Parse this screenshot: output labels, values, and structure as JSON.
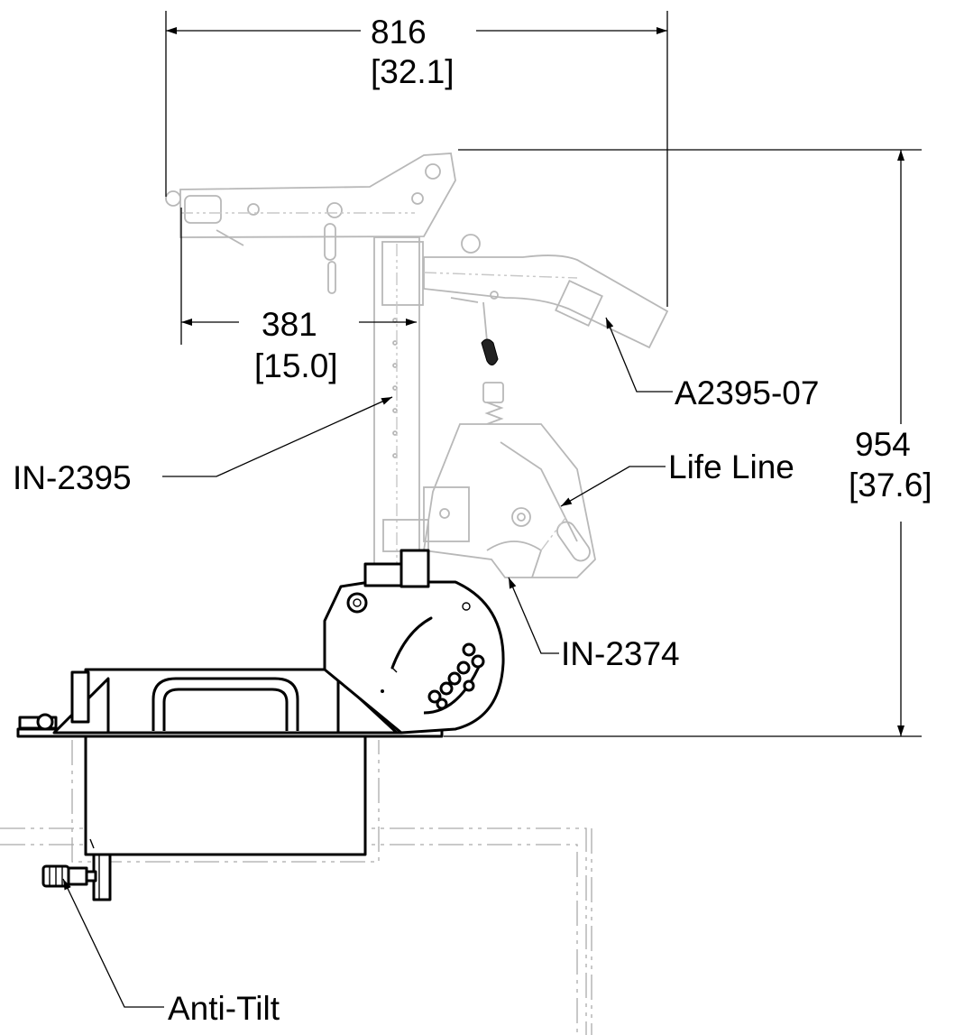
{
  "dimensions": {
    "overall_width": {
      "mm": "816",
      "in": "[32.1]"
    },
    "inner_width": {
      "mm": "381",
      "in": "[15.0]"
    },
    "overall_height": {
      "mm": "954",
      "in": "[37.6]"
    }
  },
  "callouts": {
    "arm": "A2395-07",
    "mast": "IN-2395",
    "life_line": "Life Line",
    "harness": "IN-2374",
    "anti_tilt": "Anti-Tilt"
  }
}
